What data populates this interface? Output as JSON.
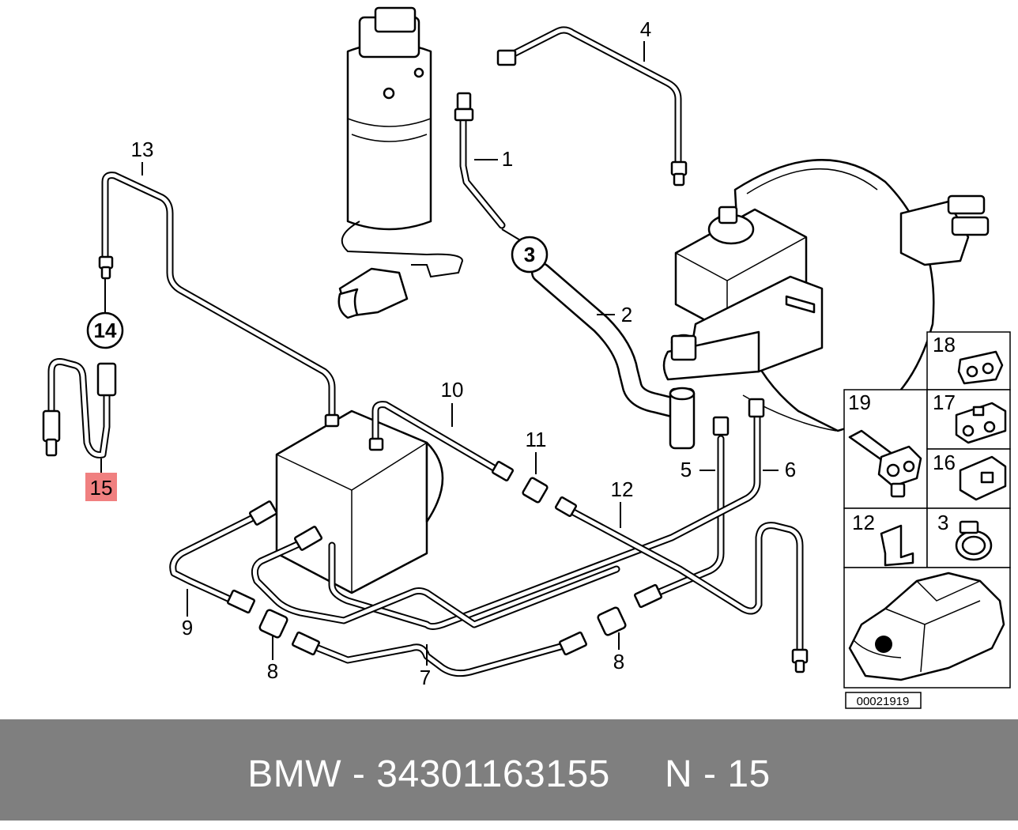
{
  "labels": {
    "l1": "1",
    "l2": "2",
    "l3": "3",
    "l4": "4",
    "l5": "5",
    "l6": "6",
    "l7": "7",
    "l8a": "8",
    "l8b": "8",
    "l9": "9",
    "l10": "10",
    "l11": "11",
    "l12": "12",
    "l13": "13",
    "l14": "14",
    "l15": "15"
  },
  "inset": {
    "i18": "18",
    "i19": "19",
    "i17": "17",
    "i16": "16",
    "i12": "12",
    "i3": "3"
  },
  "highlight_color": "#f08080",
  "diagram_id": "00021919",
  "footer": "BMW - 34301163155     N - 15"
}
